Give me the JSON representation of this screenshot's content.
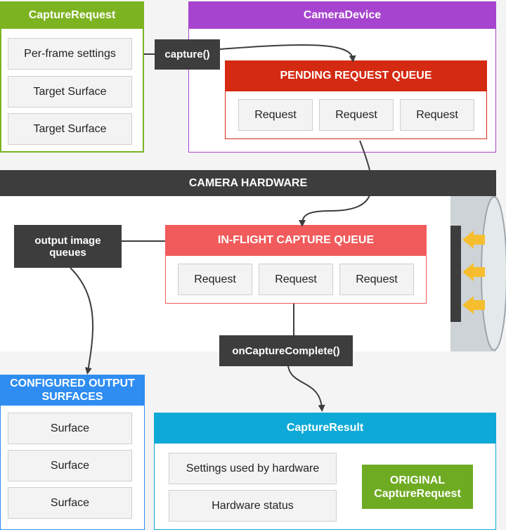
{
  "capture_request": {
    "title": "CaptureRequest",
    "items": [
      "Per-frame settings",
      "Target Surface",
      "Target Surface"
    ]
  },
  "camera_device": {
    "title": "CameraDevice",
    "pending_queue": {
      "title": "PENDING REQUEST QUEUE",
      "requests": [
        "Request",
        "Request",
        "Request"
      ]
    }
  },
  "camera_hardware": {
    "title": "CAMERA HARDWARE",
    "in_flight_queue": {
      "title": "IN-FLIGHT CAPTURE QUEUE",
      "requests": [
        "Request",
        "Request",
        "Request"
      ]
    }
  },
  "labels": {
    "capture_call": "capture()",
    "output_image_queues": "output image queues",
    "on_capture_complete": "onCaptureComplete()"
  },
  "configured_output": {
    "title": "CONFIGURED OUTPUT SURFACES",
    "surfaces": [
      "Surface",
      "Surface",
      "Surface"
    ]
  },
  "capture_result": {
    "title": "CaptureResult",
    "items": [
      "Settings used by hardware",
      "Hardware status"
    ],
    "original_request": "ORIGINAL CaptureRequest"
  },
  "colors": {
    "capture_request": "#7cb320",
    "camera_device": "#a744cf",
    "pending_queue": "#d42a12",
    "in_flight_queue": "#f15b5b",
    "configured_output": "#2f8df2",
    "capture_result": "#0ea9d6",
    "original_request": "#6eab22",
    "hardware_bar": "#3d3d3d",
    "light_arrows": "#f6be2e"
  }
}
